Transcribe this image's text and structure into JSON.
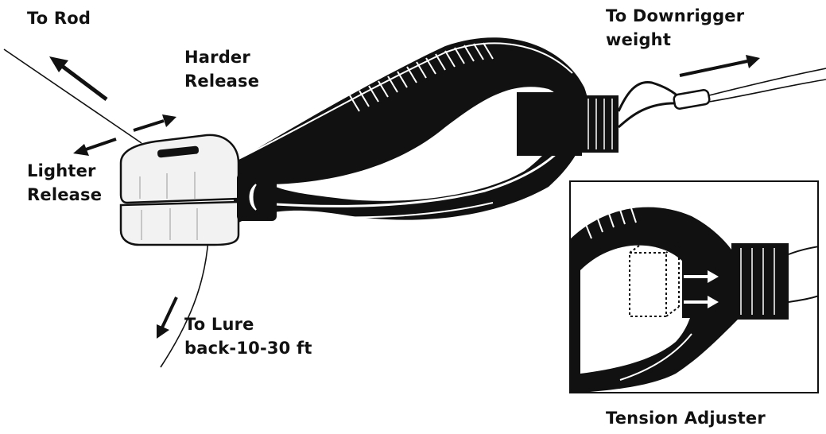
{
  "labels": {
    "to_rod": "To Rod",
    "harder_release": [
      "Harder",
      "Release"
    ],
    "lighter_release": [
      "Lighter",
      "Release"
    ],
    "to_downrigger": [
      "To Downrigger",
      "weight"
    ],
    "to_lure": [
      "To Lure",
      "back-10-30 ft"
    ],
    "tension_adjuster": "Tension Adjuster"
  },
  "colors": {
    "ink": "#111111",
    "paper": "#ffffff",
    "jaw_light": "#f2f2f2"
  },
  "icons": [
    "downrigger-release-clip-icon",
    "tension-adjuster-inset-icon",
    "direction-arrow-icon"
  ]
}
